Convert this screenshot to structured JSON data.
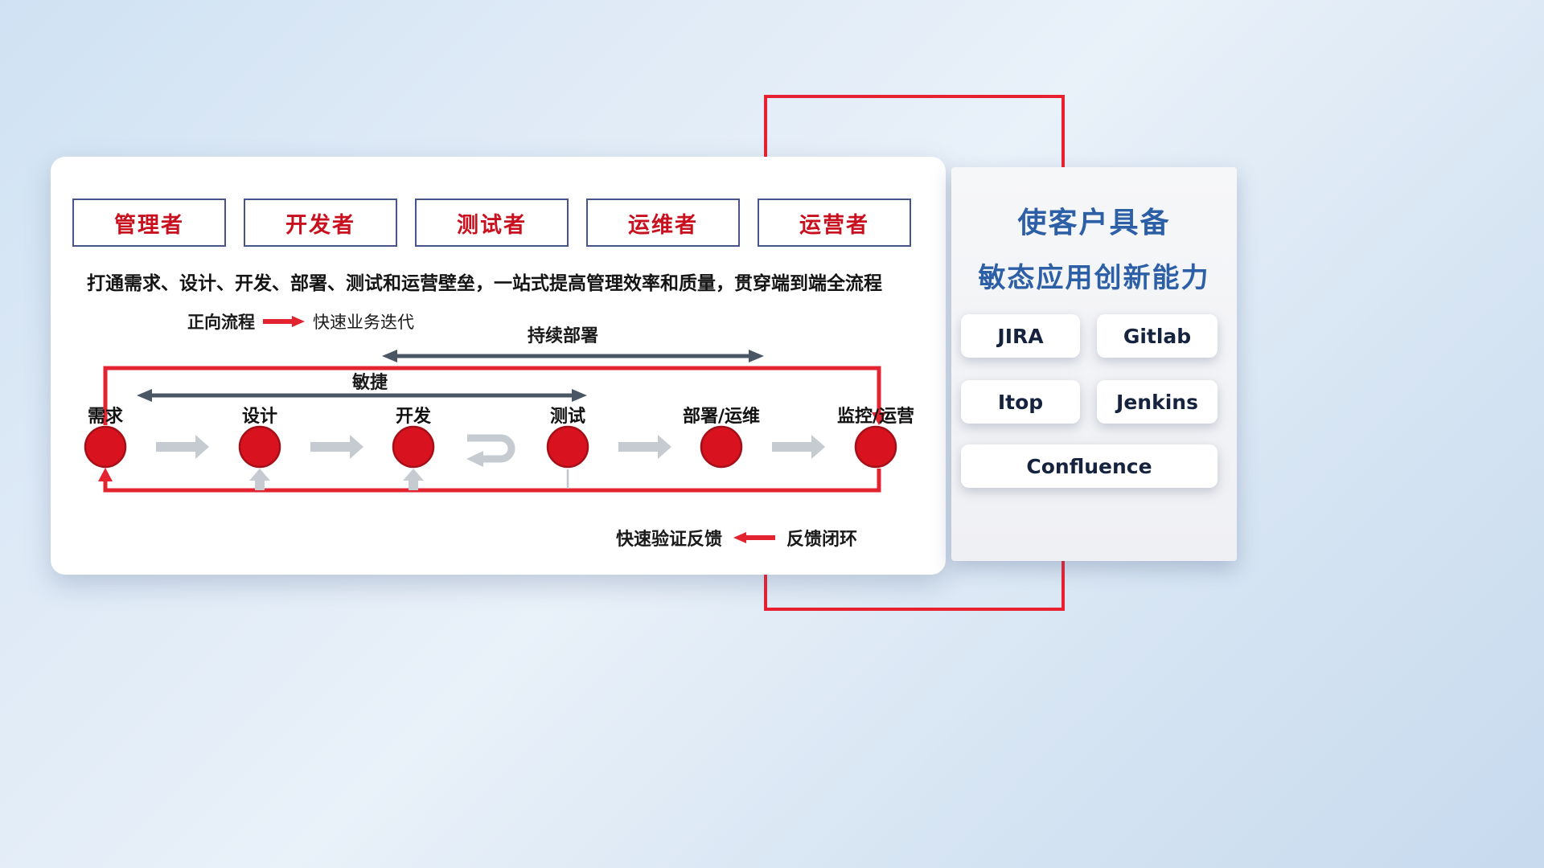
{
  "colors": {
    "accent_red": "#e32330",
    "frame_red": "#e8202f",
    "title_blue": "#2d5fa7",
    "role_text_red": "#c8101e",
    "dark_arrow_gray": "#4a5664",
    "light_arrow_gray": "#c6cbd1"
  },
  "roles": [
    "管理者",
    "开发者",
    "测试者",
    "运维者",
    "运营者"
  ],
  "subtitle": "打通需求、设计、开发、部署、测试和运营壁垒，一站式提高管理效率和质量，贯穿端到端全流程",
  "legend_forward": {
    "label": "正向流程",
    "value": "快速业务迭代"
  },
  "legend_feedback": {
    "label": "快速验证反馈",
    "value": "反馈闭环"
  },
  "flow": {
    "cd_label": "持续部署",
    "agile_label": "敏捷",
    "stages": [
      "需求",
      "设计",
      "开发",
      "测试",
      "部署/运维",
      "监控/运营"
    ]
  },
  "panel": {
    "title_line1": "使客户具备",
    "title_line2": "敏态应用创新能力",
    "tools": [
      "JIRA",
      "Gitlab",
      "Itop",
      "Jenkins",
      "Confluence"
    ]
  }
}
